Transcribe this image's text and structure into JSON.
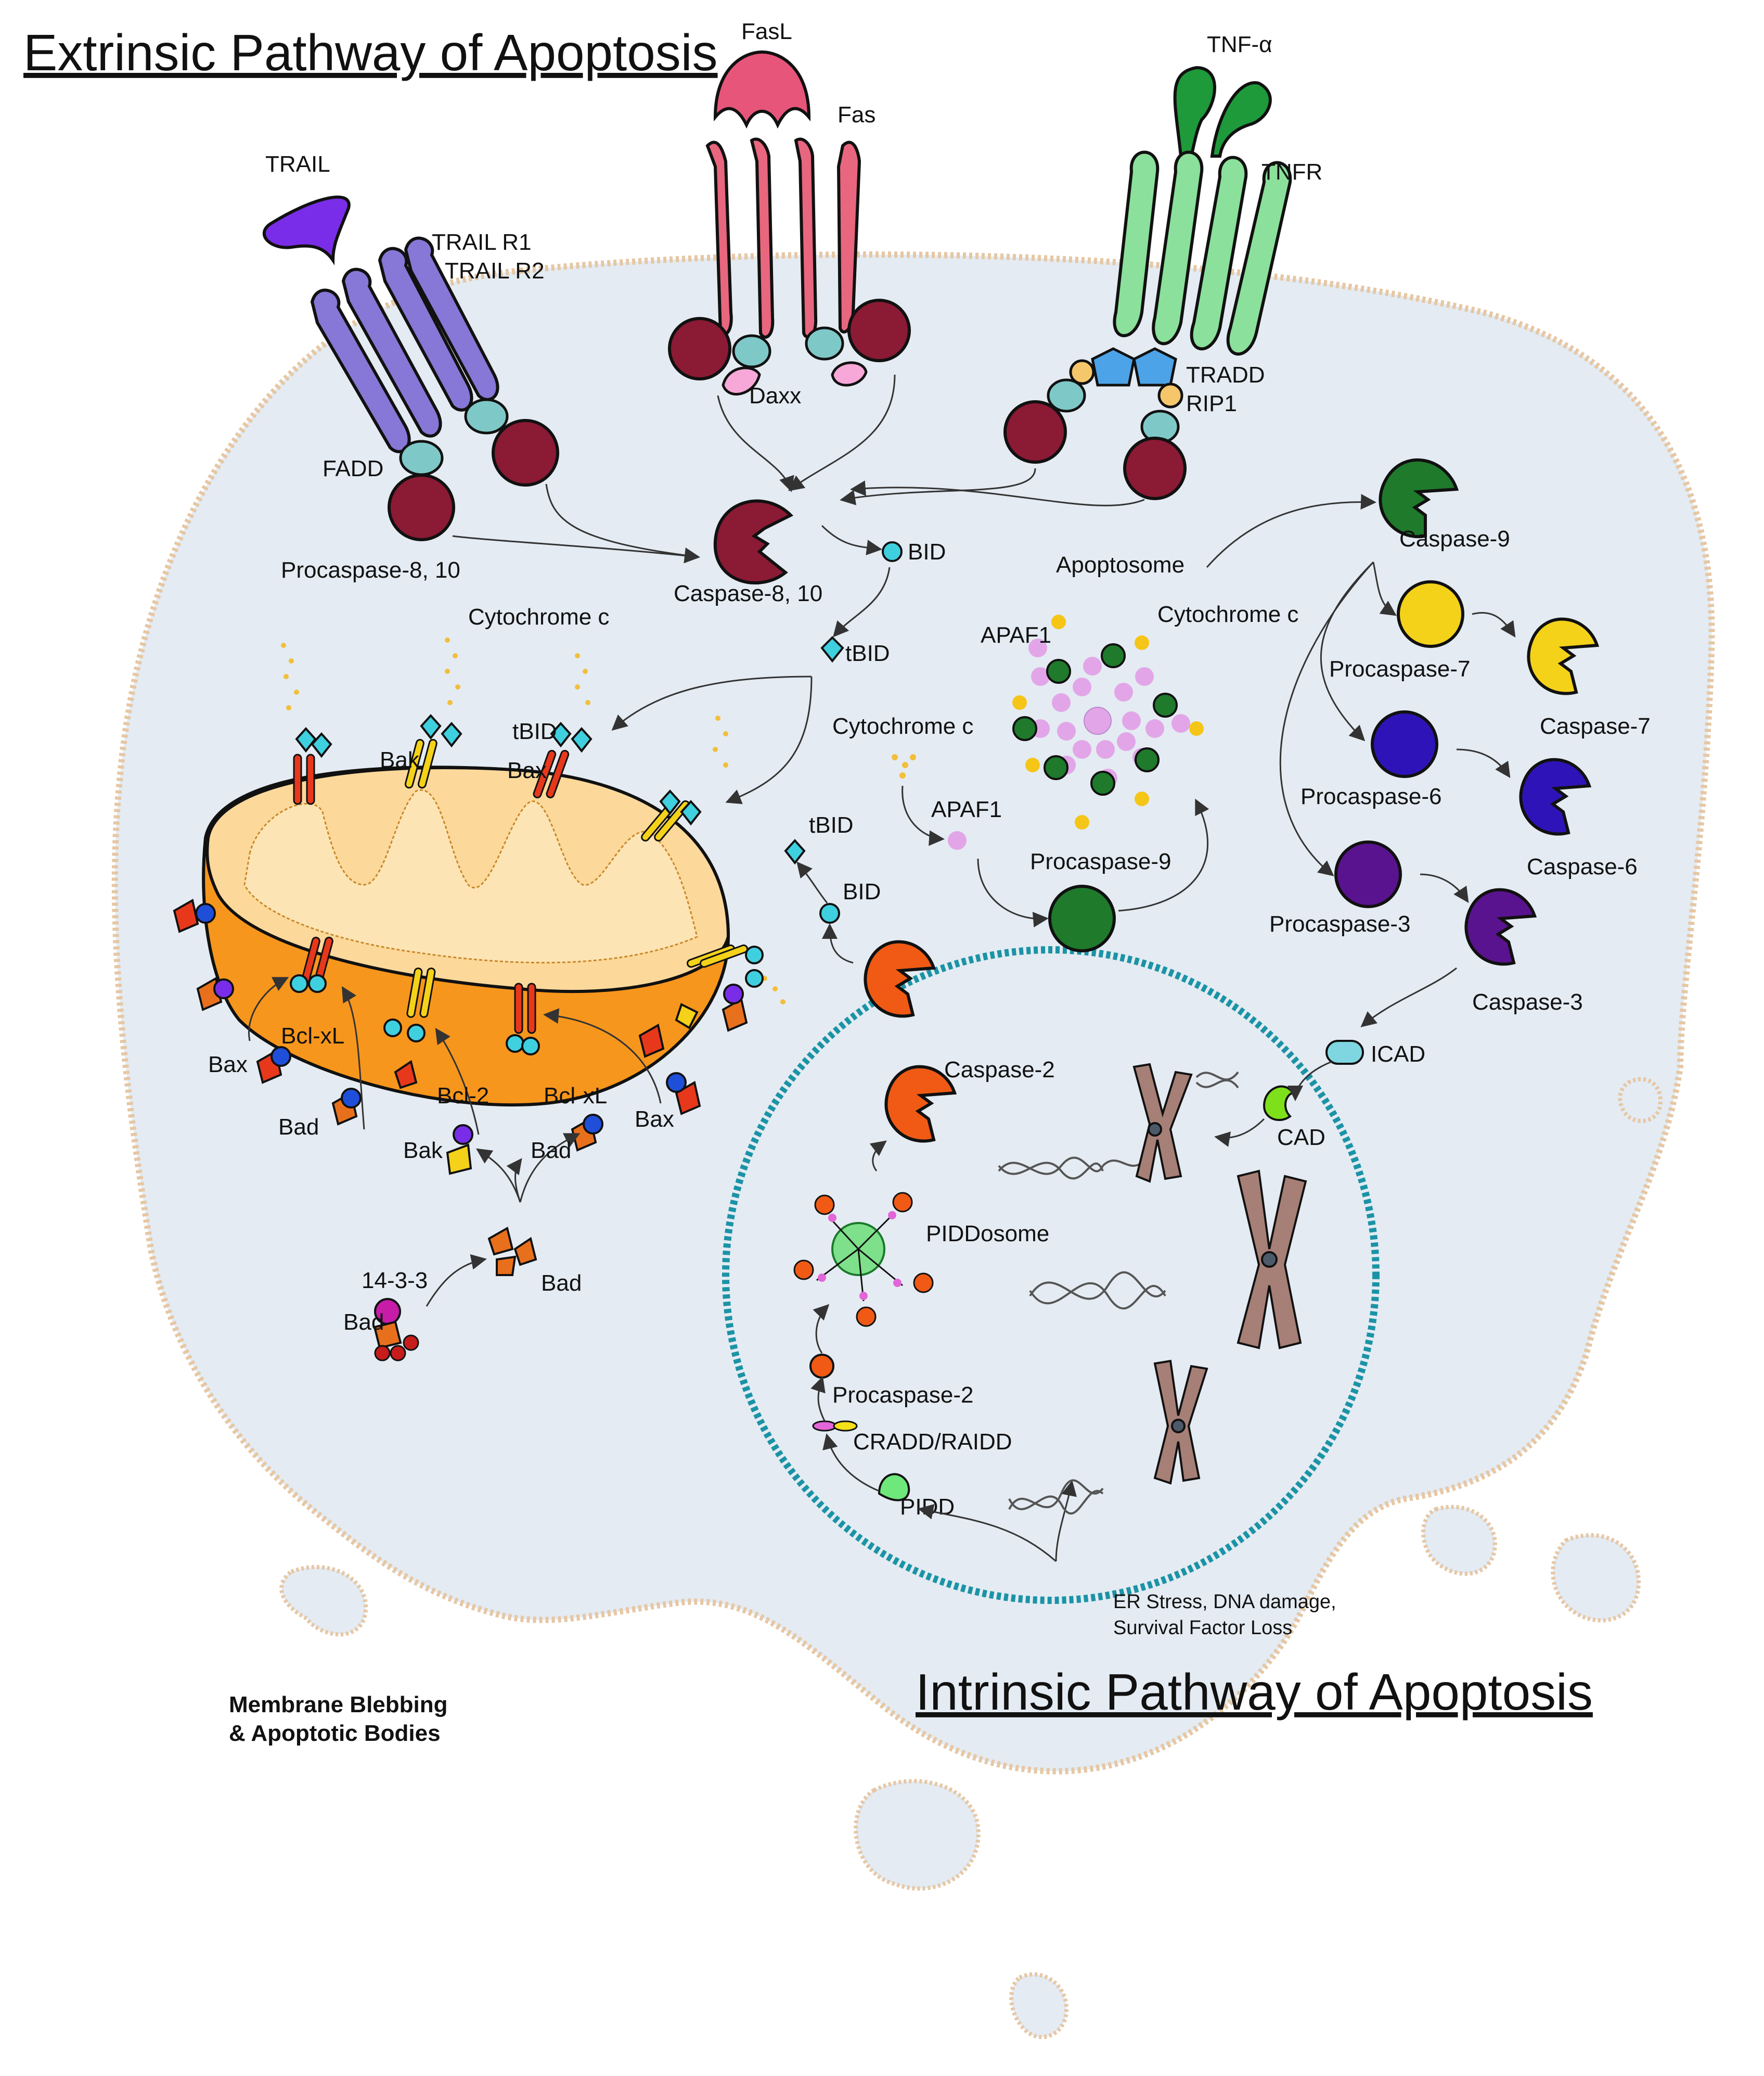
{
  "titles": {
    "extrinsic": "Extrinsic Pathway of Apoptosis",
    "intrinsic": "Intrinsic Pathway of Apoptosis"
  },
  "labels": {
    "fasl": "FasL",
    "fas": "Fas",
    "tnf_alpha": "TNF-α",
    "tnfr": "TNFR",
    "trail": "TRAIL",
    "trail_r1": "TRAIL R1",
    "trail_r2": "TRAIL R2",
    "daxx": "Daxx",
    "fadd": "FADD",
    "tradd": "TRADD",
    "rip1": "RIP1",
    "procaspase_8_10": "Procaspase-8, 10",
    "caspase_8_10": "Caspase-8, 10",
    "bid_top": "BID",
    "tbid_top": "tBID",
    "apoptosome": "Apoptosome",
    "caspase_9": "Caspase-9",
    "procaspase_7": "Procaspase-7",
    "caspase_7": "Caspase-7",
    "procaspase_6": "Procaspase-6",
    "caspase_6": "Caspase-6",
    "procaspase_3": "Procaspase-3",
    "caspase_3": "Caspase-3",
    "apaf1_top": "APAF1",
    "cyto_c_apoptosome": "Cytochrome c",
    "cyto_c_mito": "Cytochrome c",
    "cyto_c_mid": "Cytochrome c",
    "apaf1_mid": "APAF1",
    "procaspase_9": "Procaspase-9",
    "tbid_mid": "tBID",
    "bid_mid": "BID",
    "tbid_mito": "tBID",
    "bak_top": "Bak",
    "bax_top": "Bax",
    "bcl_xl_left": "Bcl-xL",
    "bax_left": "Bax",
    "bad_left": "Bad",
    "bcl_2": "Bcl-2",
    "bcl_xl_right": "Bcl-xL",
    "bax_right": "Bax",
    "bak_bottom": "Bak",
    "bad_bottom": "Bad",
    "bad_free": "Bad",
    "p1433": "14-3-3",
    "bad_complex": "Bad",
    "icad": "ICAD",
    "cad": "CAD",
    "caspase_2": "Caspase-2",
    "piddosome": "PIDDosome",
    "procaspase_2": "Procaspase-2",
    "cradd": "CRADD/RAIDD",
    "pidd": "PIDD",
    "stress_1": "ER Stress, DNA damage,",
    "stress_2": "Survival Factor Loss",
    "bleb_1": "Membrane Blebbing",
    "bleb_2": "& Apoptotic Bodies"
  },
  "colors": {
    "cell_fill": "#e4ebf2",
    "cell_border": "#e6c7a4",
    "procaspase_8": "#8b1a35",
    "caspase_9": "#1f7a2c",
    "caspase_7": "#f5d21a",
    "caspase_6": "#2e14b8",
    "caspase_3": "#5a138f",
    "caspase_2": "#f05a14",
    "fas": "#e8667e",
    "fasl": "#e8557a",
    "tnfr": "#8be09b",
    "tnf": "#1e9a3a",
    "trail": "#7a2de8",
    "trail_r": "#8777d6",
    "mito_outer": "#f7961c",
    "mito_inner": "#fcd99a",
    "nucleus_border": "#1b93a6",
    "bid": "#3fd0e0"
  }
}
